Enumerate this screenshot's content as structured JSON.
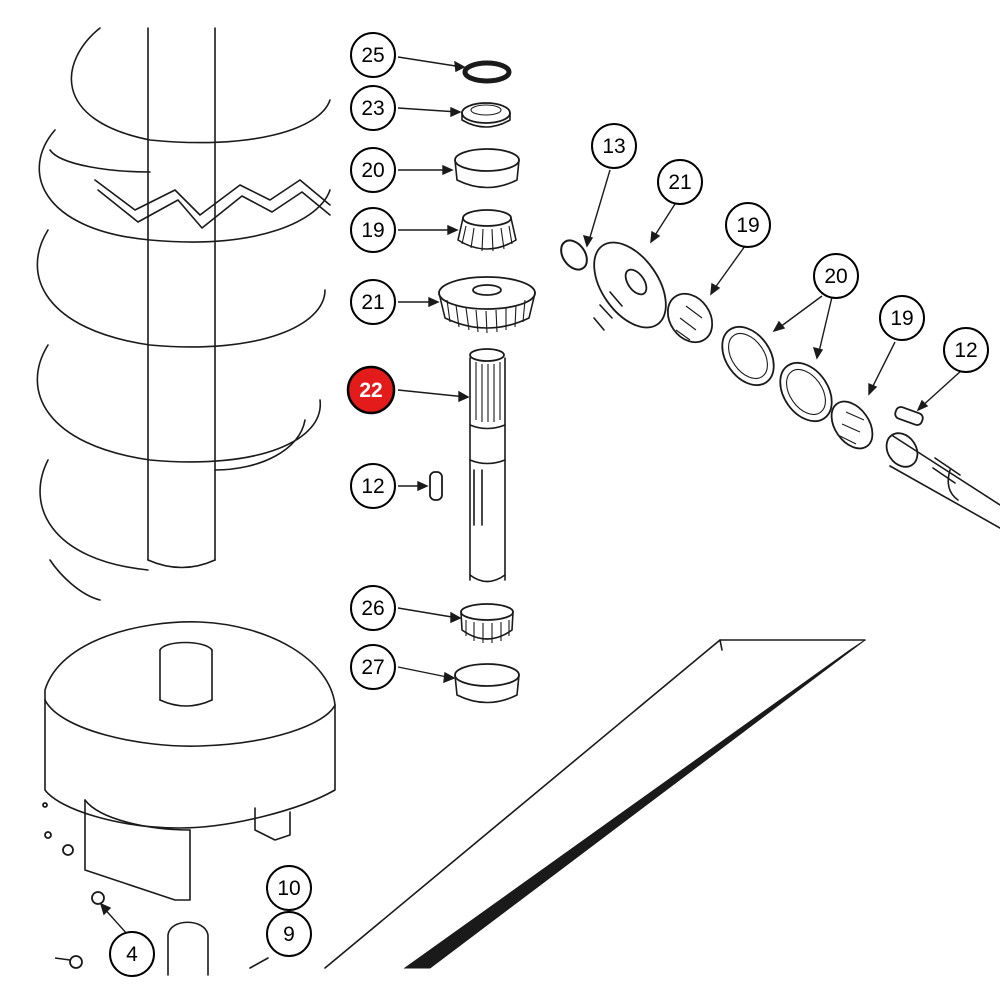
{
  "diagram": {
    "highlight_color": "#e31b1b",
    "callouts": [
      {
        "id": "c25",
        "label": "25"
      },
      {
        "id": "c23",
        "label": "23"
      },
      {
        "id": "c20a",
        "label": "20"
      },
      {
        "id": "c19a",
        "label": "19"
      },
      {
        "id": "c21a",
        "label": "21"
      },
      {
        "id": "c22",
        "label": "22",
        "highlighted": true
      },
      {
        "id": "c12a",
        "label": "12"
      },
      {
        "id": "c26",
        "label": "26"
      },
      {
        "id": "c27",
        "label": "27"
      },
      {
        "id": "c13",
        "label": "13"
      },
      {
        "id": "c21b",
        "label": "21"
      },
      {
        "id": "c19b",
        "label": "19"
      },
      {
        "id": "c20b",
        "label": "20"
      },
      {
        "id": "c19c",
        "label": "19"
      },
      {
        "id": "c12b",
        "label": "12"
      },
      {
        "id": "c10",
        "label": "10"
      },
      {
        "id": "c9",
        "label": "9"
      },
      {
        "id": "c4",
        "label": "4"
      }
    ]
  }
}
